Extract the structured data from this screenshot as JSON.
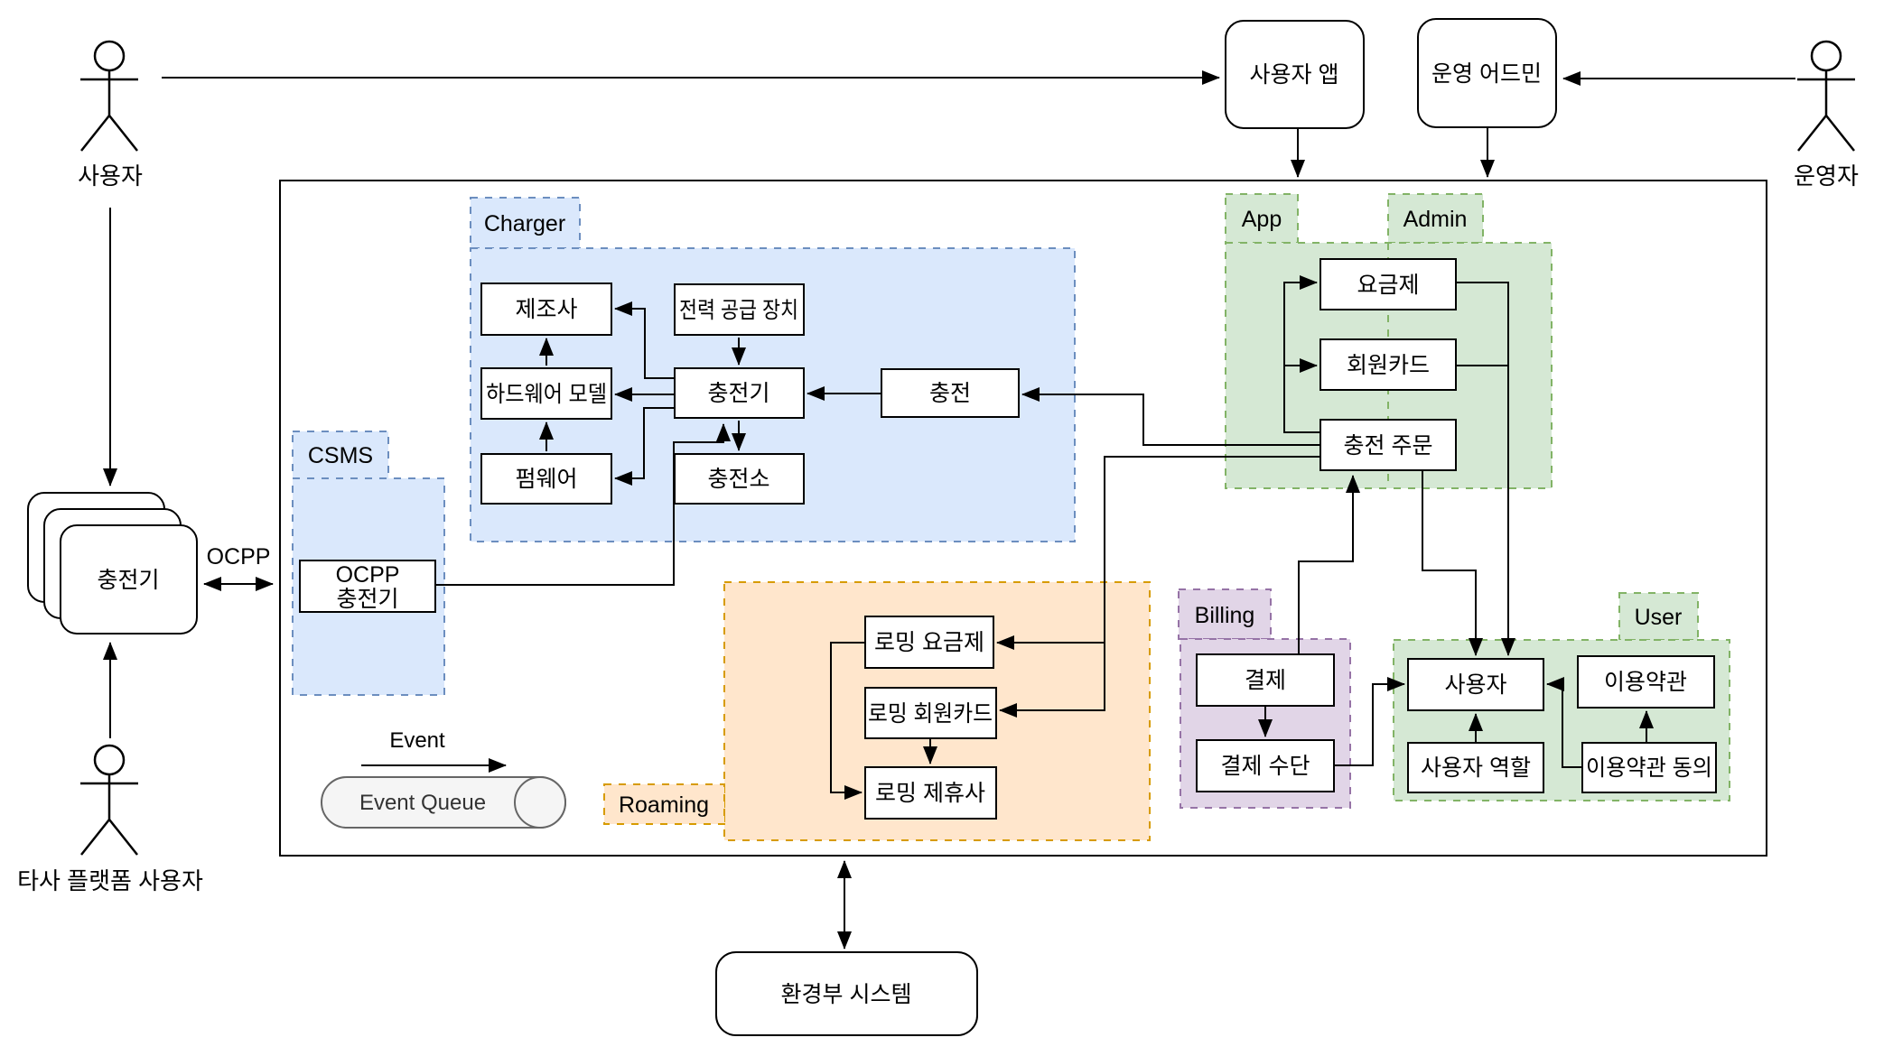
{
  "title": "EV charging platform domain diagram",
  "colors": {
    "blue_fill": "#dae8fc",
    "blue_stroke": "#6c8ebf",
    "green_fill": "#d5e8d4",
    "green_stroke": "#82b366",
    "orange_fill": "#ffe6cc",
    "orange_stroke": "#d79b00",
    "purple_fill": "#e1d5e7",
    "purple_stroke": "#9673a6",
    "queue_fill": "#f5f5f5",
    "queue_stroke": "#666666",
    "node_fill": "#ffffff",
    "line": "#000000"
  },
  "actors": {
    "user_top": "사용자",
    "operator": "운영자",
    "third_party": "타사 플랫폼 사용자"
  },
  "external": {
    "user_app": "사용자 앱",
    "admin_app": "운영 어드민",
    "env_system": "환경부 시스템",
    "charger_stack": "충전기"
  },
  "labels": {
    "ocpp": "OCPP",
    "event": "Event",
    "event_queue": "Event Queue"
  },
  "groups": {
    "charger": {
      "label": "Charger",
      "manufacturer": "제조사",
      "power_supply": "전력 공급 장치",
      "hardware_model": "하드웨어 모델",
      "charger": "충전기",
      "firmware": "펌웨어",
      "station": "충전소",
      "charging": "충전"
    },
    "csms": {
      "label": "CSMS",
      "ocpp_charger_line1": "OCPP",
      "ocpp_charger_line2": "충전기"
    },
    "app_admin": {
      "app_label": "App",
      "admin_label": "Admin",
      "rate_plan": "요금제",
      "member_card": "회원카드",
      "charge_order": "충전 주문"
    },
    "billing": {
      "label": "Billing",
      "payment": "결제",
      "payment_method": "결제 수단"
    },
    "user": {
      "label": "User",
      "user": "사용자",
      "user_role": "사용자 역할",
      "terms": "이용약관",
      "terms_agreement": "이용약관 동의"
    },
    "roaming": {
      "label": "Roaming",
      "roaming_plan": "로밍 요금제",
      "roaming_member_card": "로밍 회원카드",
      "roaming_partner": "로밍 제휴사"
    }
  }
}
